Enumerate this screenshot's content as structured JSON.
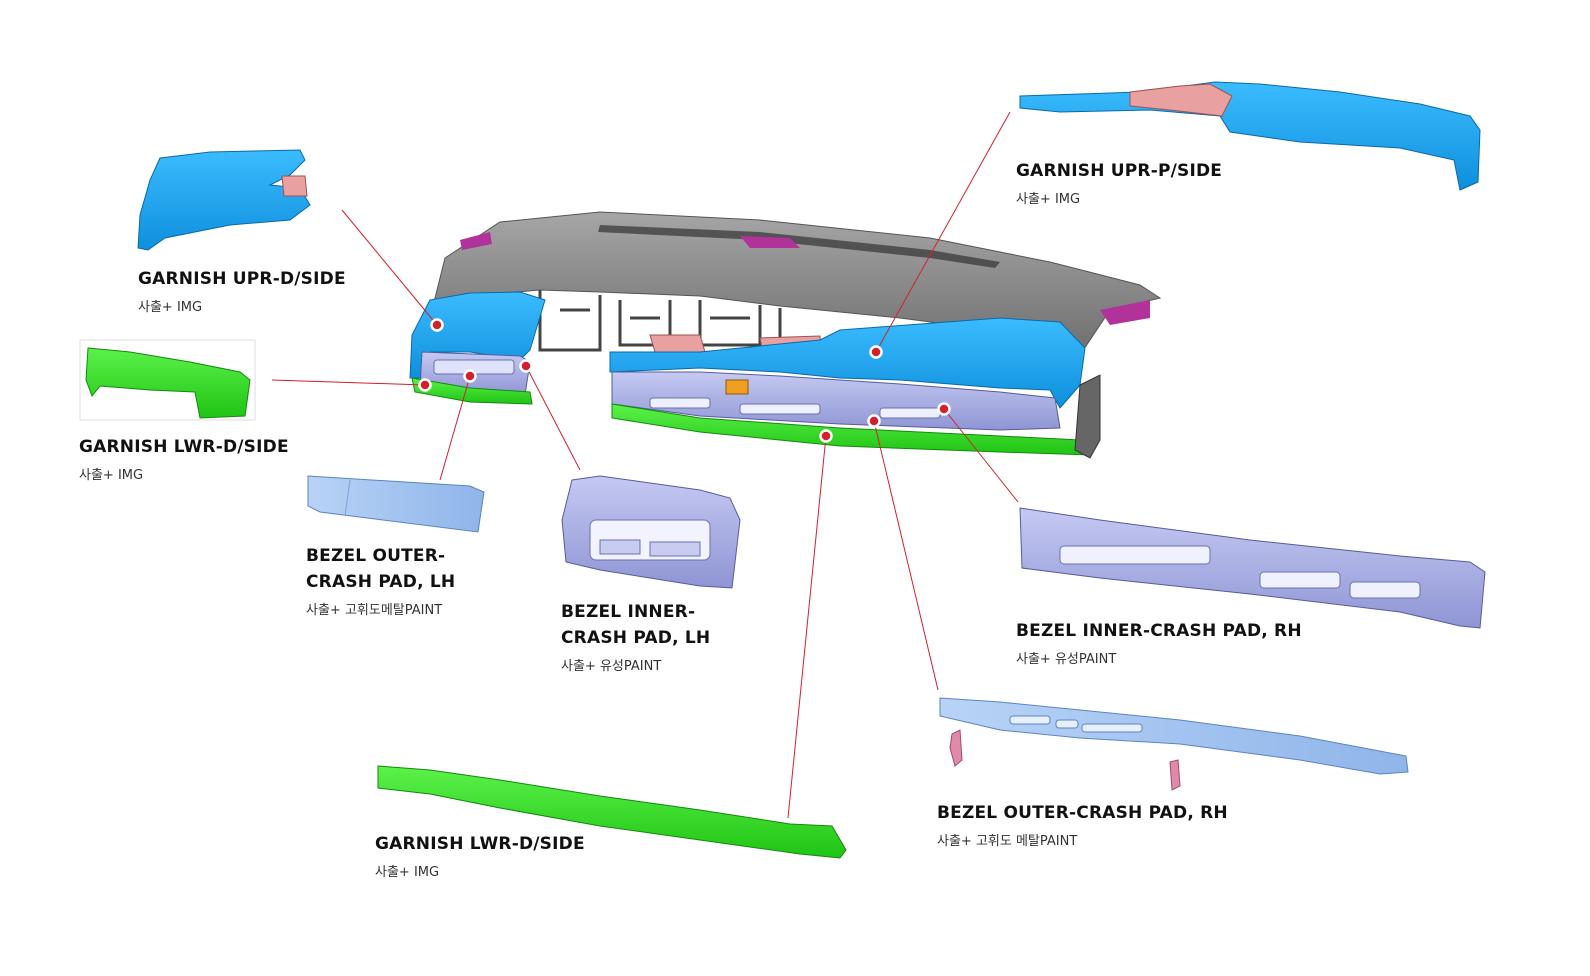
{
  "parts": [
    {
      "id": "garnish-upr-d-side",
      "title_lines": [
        "GARNISH UPR-D/SIDE"
      ],
      "sub": "사출+ IMG"
    },
    {
      "id": "garnish-lwr-d-side-left",
      "title_lines": [
        "GARNISH LWR-D/SIDE"
      ],
      "sub": "사출+ IMG"
    },
    {
      "id": "bezel-outer-crash-pad-lh",
      "title_lines": [
        "BEZEL OUTER-",
        "CRASH PAD, LH"
      ],
      "sub": "사출+ 고휘도메탈PAINT"
    },
    {
      "id": "bezel-inner-crash-pad-lh",
      "title_lines": [
        "BEZEL INNER-",
        "CRASH PAD, LH"
      ],
      "sub": "사출+ 유성PAINT"
    },
    {
      "id": "garnish-lwr-d-side-bottom",
      "title_lines": [
        "GARNISH LWR-D/SIDE"
      ],
      "sub": "사출+ IMG"
    },
    {
      "id": "garnish-upr-p-side",
      "title_lines": [
        "GARNISH UPR-P/SIDE"
      ],
      "sub": "사출+ IMG"
    },
    {
      "id": "bezel-inner-crash-pad-rh",
      "title_lines": [
        "BEZEL INNER-CRASH PAD, RH"
      ],
      "sub": "사출+ 유성PAINT"
    },
    {
      "id": "bezel-outer-crash-pad-rh",
      "title_lines": [
        "BEZEL OUTER-CRASH PAD, RH"
      ],
      "sub": "사출+ 고휘도 메탈PAINT"
    }
  ],
  "colors": {
    "garnish_upr": "#1aa3f0",
    "garnish_lwr": "#28dc1a",
    "bezel": "#a9aee6",
    "bezel_outer_lh": "#9ec2ee",
    "crash_pad": "#8c8c8c",
    "bracket": "#e89a9a",
    "leader": "#d4202a"
  }
}
